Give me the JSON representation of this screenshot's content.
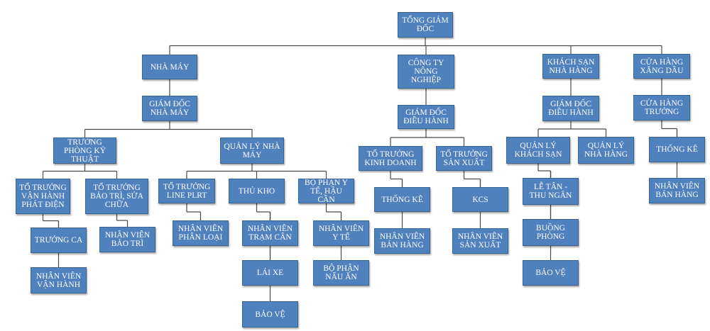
{
  "org_chart": {
    "nodes": [
      {
        "id": "ceo",
        "label": "TỔNG GIÁM ĐỐC"
      },
      {
        "id": "nhamay",
        "label": "NHÀ MÁY",
        "parent": "ceo"
      },
      {
        "id": "congty",
        "label": "CÔNG TY NÔNG NGHIỆP",
        "parent": "ceo"
      },
      {
        "id": "khachsan",
        "label": "KHÁCH SẠN NHÀ HÀNG",
        "parent": "ceo"
      },
      {
        "id": "cuahang",
        "label": "CỬA HÀNG XĂNG DẦU",
        "parent": "ceo"
      },
      {
        "id": "gd_nhamay",
        "label": "GIÁM ĐỐC NHÀ MÁY",
        "parent": "nhamay"
      },
      {
        "id": "gd_dieuhanh1",
        "label": "GIÁM ĐỐC ĐIỀU HÀNH",
        "parent": "congty"
      },
      {
        "id": "gd_dieuhanh2",
        "label": "GIÁM ĐỐC ĐIỀU HÀNH",
        "parent": "khachsan"
      },
      {
        "id": "ch_truong",
        "label": "CỬA HÀNG TRƯỞNG",
        "parent": "cuahang"
      },
      {
        "id": "tp_kythuat",
        "label": "TRƯỞNG PHÒNG KỸ THUẬT",
        "parent": "gd_nhamay"
      },
      {
        "id": "ql_nhamay",
        "label": "QUẢN LÝ NHÀ MÁY",
        "parent": "gd_nhamay"
      },
      {
        "id": "tt_vanhanh",
        "label": "TỔ TRƯỞNG VẬN HÀNH PHÁT ĐIỆN",
        "parent": "tp_kythuat"
      },
      {
        "id": "tt_baotri",
        "label": "TỔ TRƯỞNG BẢO TRÌ, SỬA CHỮA",
        "parent": "tp_kythuat"
      },
      {
        "id": "truong_ca",
        "label": "TRƯỞNG CA",
        "parent": "tt_vanhanh"
      },
      {
        "id": "nv_vanhanh",
        "label": "NHÂN VIÊN VẬN HÀNH",
        "parent": "tt_vanhanh"
      },
      {
        "id": "nv_baotri",
        "label": "NHÂN VIÊN BẢO TRÌ",
        "parent": "tt_baotri"
      },
      {
        "id": "tt_line",
        "label": "TỔ TRƯỞNG LINE PLRT",
        "parent": "ql_nhamay"
      },
      {
        "id": "thu_kho",
        "label": "THỦ KHO",
        "parent": "ql_nhamay"
      },
      {
        "id": "bp_yte",
        "label": "BỘ PHẬN Y TẾ, HẬU CẦN",
        "parent": "ql_nhamay"
      },
      {
        "id": "nv_phanloai",
        "label": "NHÂN VIÊN PHÂN LOẠI",
        "parent": "tt_line"
      },
      {
        "id": "nv_tramcan",
        "label": "NHÂN VIÊN TRẠM CÂN",
        "parent": "thu_kho"
      },
      {
        "id": "lai_xe",
        "label": "LÁI XE",
        "parent": "thu_kho"
      },
      {
        "id": "bao_ve1",
        "label": "BẢO VỆ",
        "parent": "thu_kho"
      },
      {
        "id": "nv_yte",
        "label": "NHÂN VIÊN Y TẾ",
        "parent": "bp_yte"
      },
      {
        "id": "bp_nauan",
        "label": "BỘ PHẬN NẤU ĂN",
        "parent": "bp_yte"
      },
      {
        "id": "tt_kinhdoanh",
        "label": "TỔ TRƯỞNG KINH DOANH",
        "parent": "gd_dieuhanh1"
      },
      {
        "id": "tt_sanxuat",
        "label": "TỔ TRƯỞNG SẢN XUẤT",
        "parent": "gd_dieuhanh1"
      },
      {
        "id": "thong_ke1",
        "label": "THỐNG KÊ",
        "parent": "tt_kinhdoanh"
      },
      {
        "id": "nv_banhang1",
        "label": "NHÂN VIÊN BÁN HÀNG",
        "parent": "tt_kinhdoanh"
      },
      {
        "id": "kcs",
        "label": "KCS",
        "parent": "tt_sanxuat"
      },
      {
        "id": "nv_sanxuat",
        "label": "NHÂN VIÊN SẢN XUẤT",
        "parent": "tt_sanxuat"
      },
      {
        "id": "ql_khachsan",
        "label": "QUẢN LÝ KHÁCH SẠN",
        "parent": "gd_dieuhanh2"
      },
      {
        "id": "ql_nhahang",
        "label": "QUẢN LÝ NHÀ HÀNG",
        "parent": "gd_dieuhanh2"
      },
      {
        "id": "le_tan",
        "label": "LỄ TÂN - THU NGÂN",
        "parent": "ql_khachsan"
      },
      {
        "id": "buong_phong",
        "label": "BUỒNG PHÒNG",
        "parent": "ql_khachsan"
      },
      {
        "id": "bao_ve2",
        "label": "BẢO VỆ",
        "parent": "ql_khachsan"
      },
      {
        "id": "thong_ke2",
        "label": "THỐNG KÊ",
        "parent": "ch_truong"
      },
      {
        "id": "nv_banhang2",
        "label": "NHÂN VIÊN BÁN HÀNG",
        "parent": "ch_truong"
      }
    ]
  },
  "colors": {
    "box_fill": "#4f81bd",
    "box_border": "#3a6496",
    "box_text": "#ffffff",
    "connector": "#4a4a4a"
  }
}
